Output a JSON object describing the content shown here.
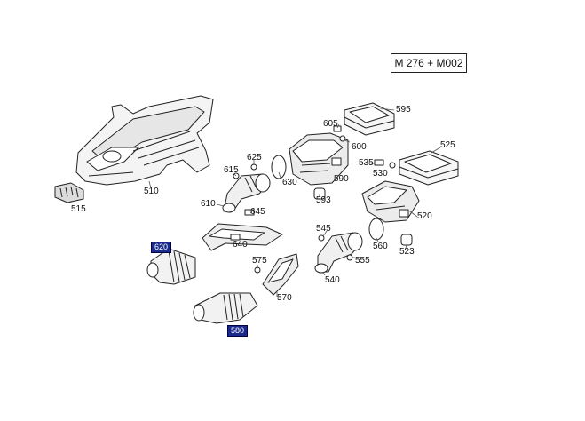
{
  "title": "M 276 + M002",
  "highlight_color": "#1a2a8c",
  "parts": [
    {
      "id": "p595",
      "label": "595",
      "highlight": false
    },
    {
      "id": "p605",
      "label": "605",
      "highlight": false
    },
    {
      "id": "p600",
      "label": "600",
      "highlight": false
    },
    {
      "id": "p525",
      "label": "525",
      "highlight": false
    },
    {
      "id": "p625",
      "label": "625",
      "highlight": false
    },
    {
      "id": "p615",
      "label": "615",
      "highlight": false
    },
    {
      "id": "p630",
      "label": "630",
      "highlight": false
    },
    {
      "id": "p590",
      "label": "590",
      "highlight": false
    },
    {
      "id": "p535",
      "label": "535",
      "highlight": false
    },
    {
      "id": "p530",
      "label": "530",
      "highlight": false
    },
    {
      "id": "p510",
      "label": "510",
      "highlight": false
    },
    {
      "id": "p515",
      "label": "515",
      "highlight": false
    },
    {
      "id": "p593",
      "label": "593",
      "highlight": false
    },
    {
      "id": "p610",
      "label": "610",
      "highlight": false
    },
    {
      "id": "p645",
      "label": "645",
      "highlight": false
    },
    {
      "id": "p520",
      "label": "520",
      "highlight": false
    },
    {
      "id": "p545",
      "label": "545",
      "highlight": false
    },
    {
      "id": "p560",
      "label": "560",
      "highlight": false
    },
    {
      "id": "p640",
      "label": "640",
      "highlight": false
    },
    {
      "id": "p620",
      "label": "620",
      "highlight": true
    },
    {
      "id": "p555",
      "label": "555",
      "highlight": false
    },
    {
      "id": "p523",
      "label": "523",
      "highlight": false
    },
    {
      "id": "p575",
      "label": "575",
      "highlight": false
    },
    {
      "id": "p540",
      "label": "540",
      "highlight": false
    },
    {
      "id": "p570",
      "label": "570",
      "highlight": false
    },
    {
      "id": "p580",
      "label": "580",
      "highlight": true
    }
  ]
}
